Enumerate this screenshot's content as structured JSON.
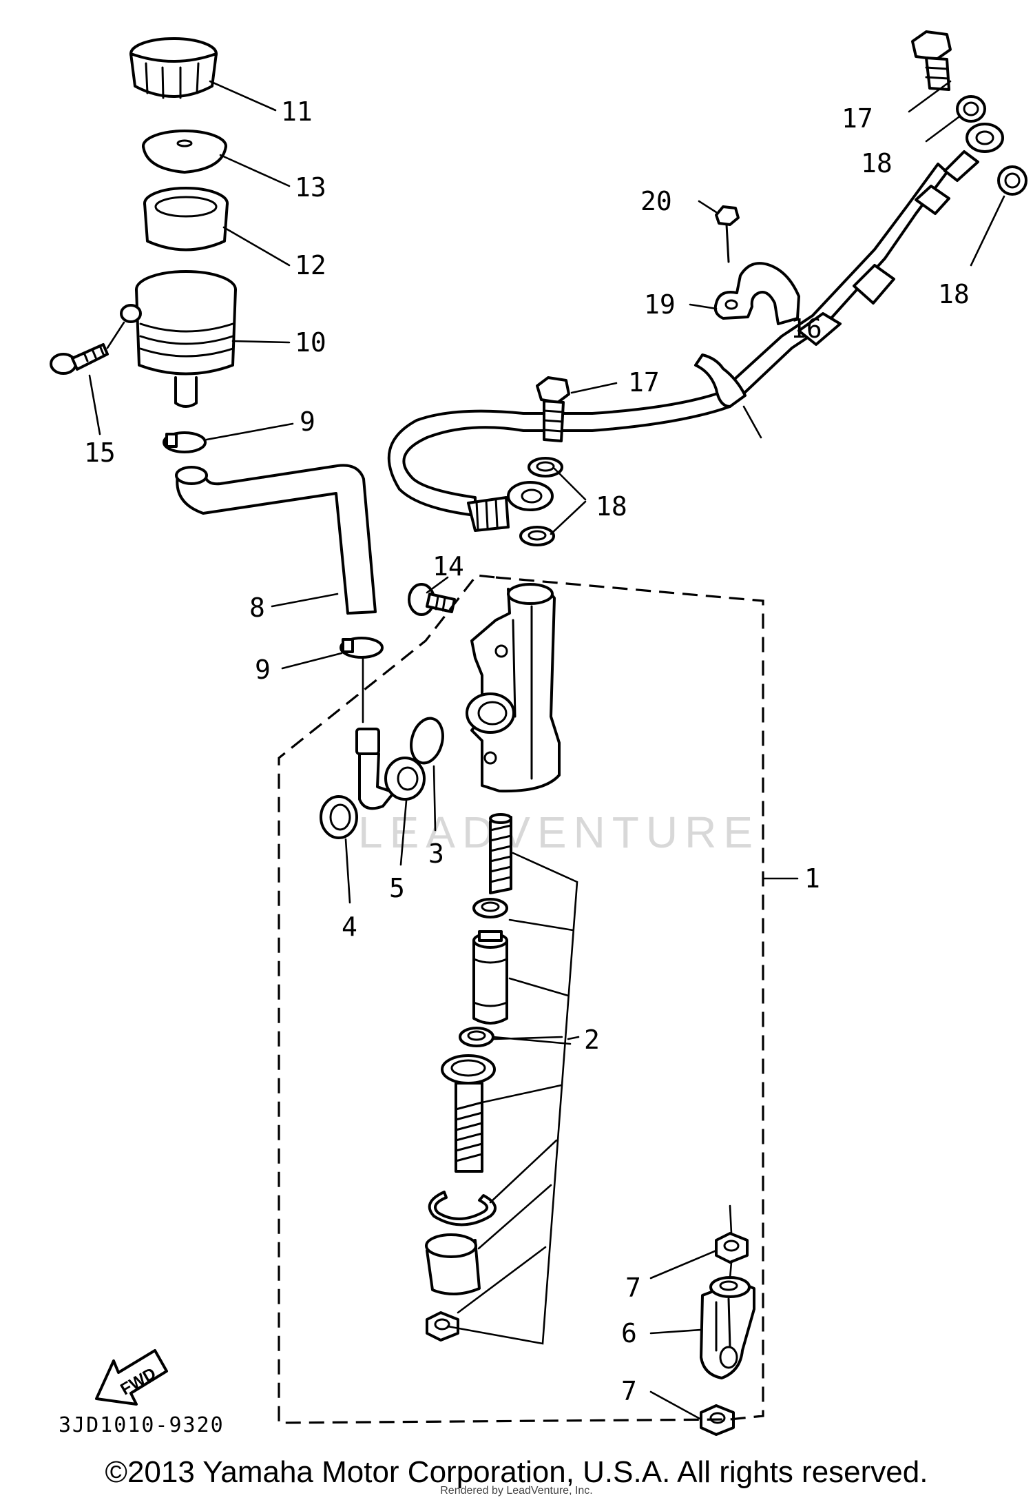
{
  "diagram": {
    "diagram_code": "3JD1010-9320",
    "fwd_label": "FWD",
    "watermark": "LEADVENTURE",
    "part_labels": {
      "p1": "1",
      "p2": "2",
      "p3": "3",
      "p4": "4",
      "p5": "5",
      "p6": "6",
      "p7a": "7",
      "p7b": "7",
      "p8": "8",
      "p9a": "9",
      "p9b": "9",
      "p10": "10",
      "p11": "11",
      "p12": "12",
      "p13": "13",
      "p14": "14",
      "p15": "15",
      "p16": "16",
      "p17a": "17",
      "p17b": "17",
      "p18a": "18",
      "p18b": "18",
      "p18c": "18",
      "p19": "19",
      "p20": "20"
    }
  },
  "footer": {
    "copyright": "©2013 Yamaha Motor Corporation, U.S.A. All rights reserved.",
    "rendered_by": "Rendered by LeadVenture, Inc."
  }
}
